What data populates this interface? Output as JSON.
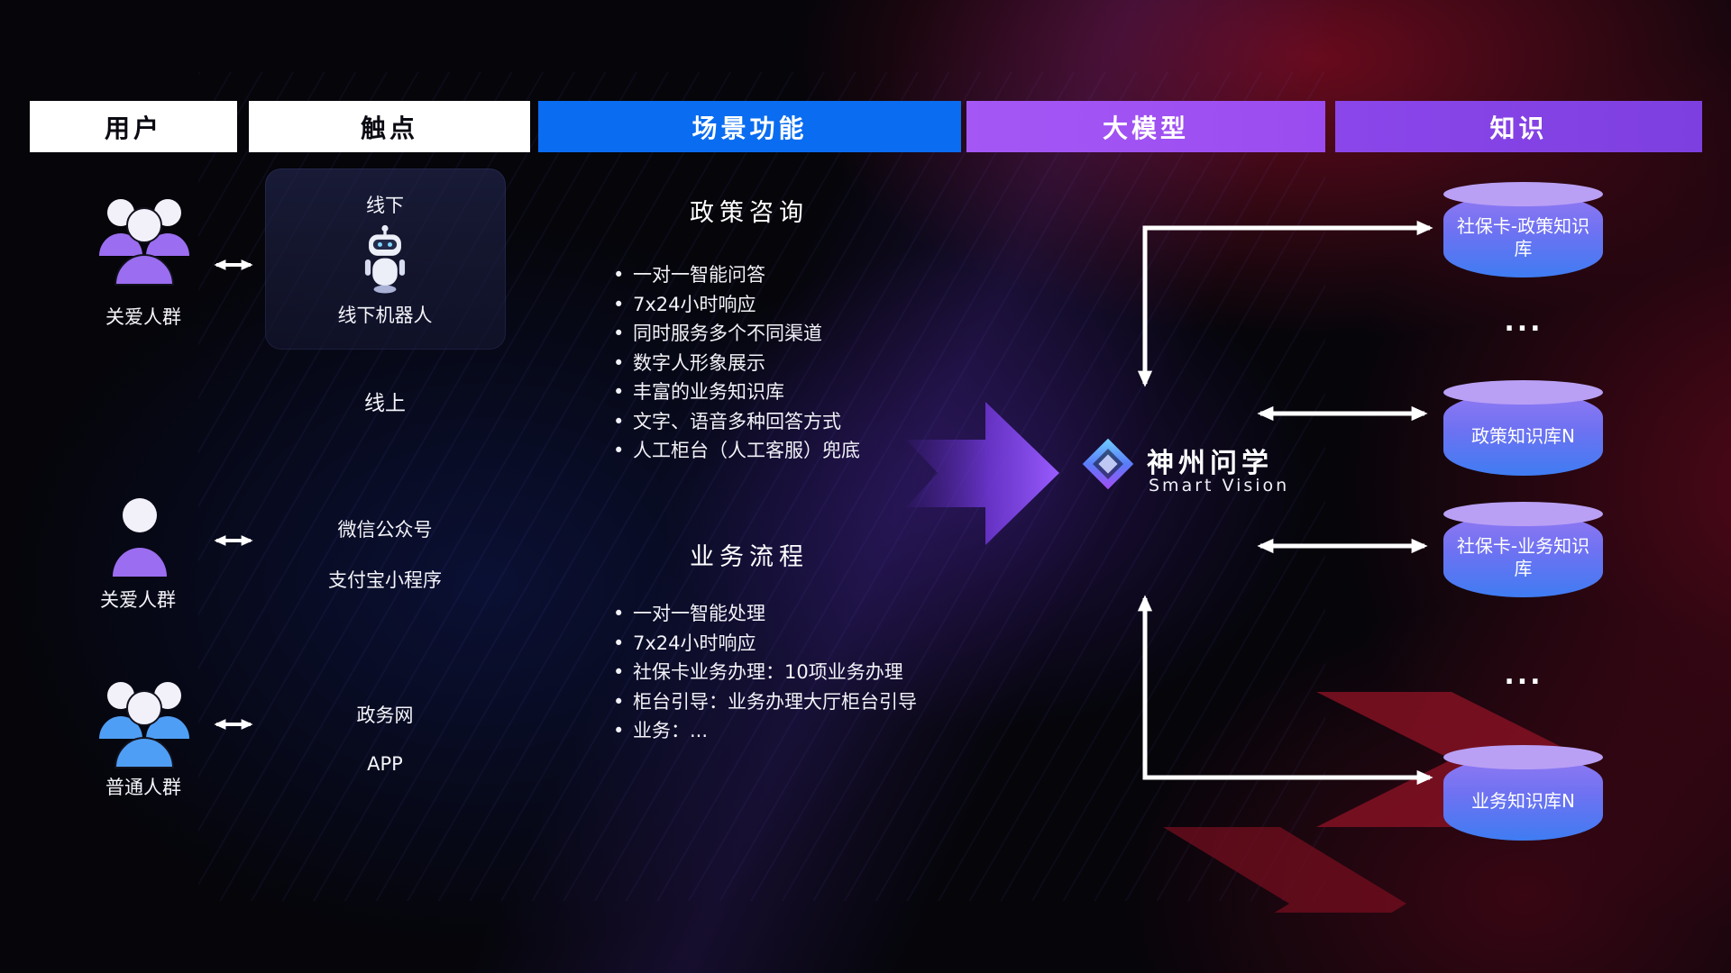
{
  "header": {
    "columns": [
      {
        "label": "用户"
      },
      {
        "label": "触点"
      },
      {
        "label": "场景功能"
      },
      {
        "label": "大模型"
      },
      {
        "label": "知识"
      }
    ]
  },
  "users": {
    "rows": [
      {
        "label": "关爱人群",
        "icon": "group-people-purple-icon"
      },
      {
        "label": "关爱人群",
        "icon": "person-purple-icon"
      },
      {
        "label": "普通人群",
        "icon": "group-people-blue-icon"
      }
    ]
  },
  "touchpoints": {
    "offline": {
      "title": "线下",
      "robot_label": "线下机器人",
      "robot_icon": "robot-icon"
    },
    "online_title": "线上",
    "online_channels": [
      "微信公众号",
      "支付宝小程序"
    ],
    "gov_channels": [
      "政务网",
      "APP"
    ]
  },
  "scenario": {
    "sections": [
      {
        "title": "政策咨询",
        "items": [
          "一对一智能问答",
          "7x24小时响应",
          "同时服务多个不同渠道",
          "数字人形象展示",
          "丰富的业务知识库",
          "文字、语音多种回答方式",
          "人工柜台（人工客服）兜底"
        ]
      },
      {
        "title": "业务流程",
        "items": [
          "一对一智能处理",
          "7x24小时响应",
          "社保卡业务办理：10项业务办理",
          "柜台引导：业务办理大厅柜台引导",
          "业务：..."
        ]
      }
    ]
  },
  "model": {
    "name": "神州问学",
    "subtitle": "Smart Vision",
    "logo_icon": "diamond-logo-icon"
  },
  "knowledge": {
    "databases": [
      {
        "label": "社保卡-政策知识库"
      },
      {
        "label": "政策知识库N"
      },
      {
        "label": "社保卡-业务知识库"
      },
      {
        "label": "业务知识库N"
      }
    ],
    "ellipsis": "..."
  },
  "colors": {
    "header_blue": "#0a6cf0",
    "header_purple": "#a052f2",
    "header_violet": "#7d3ff0",
    "arrow_white": "#ffffff",
    "cylinder_top": "#b9a0f5",
    "cylinder_body_top": "#9278f2",
    "cylinder_body_bottom": "#3f7cf2",
    "accent_purple": "#9a5cff",
    "user_purple": "#9b6df0",
    "user_blue": "#4f9ef5",
    "decor_red": "#8a1124"
  }
}
